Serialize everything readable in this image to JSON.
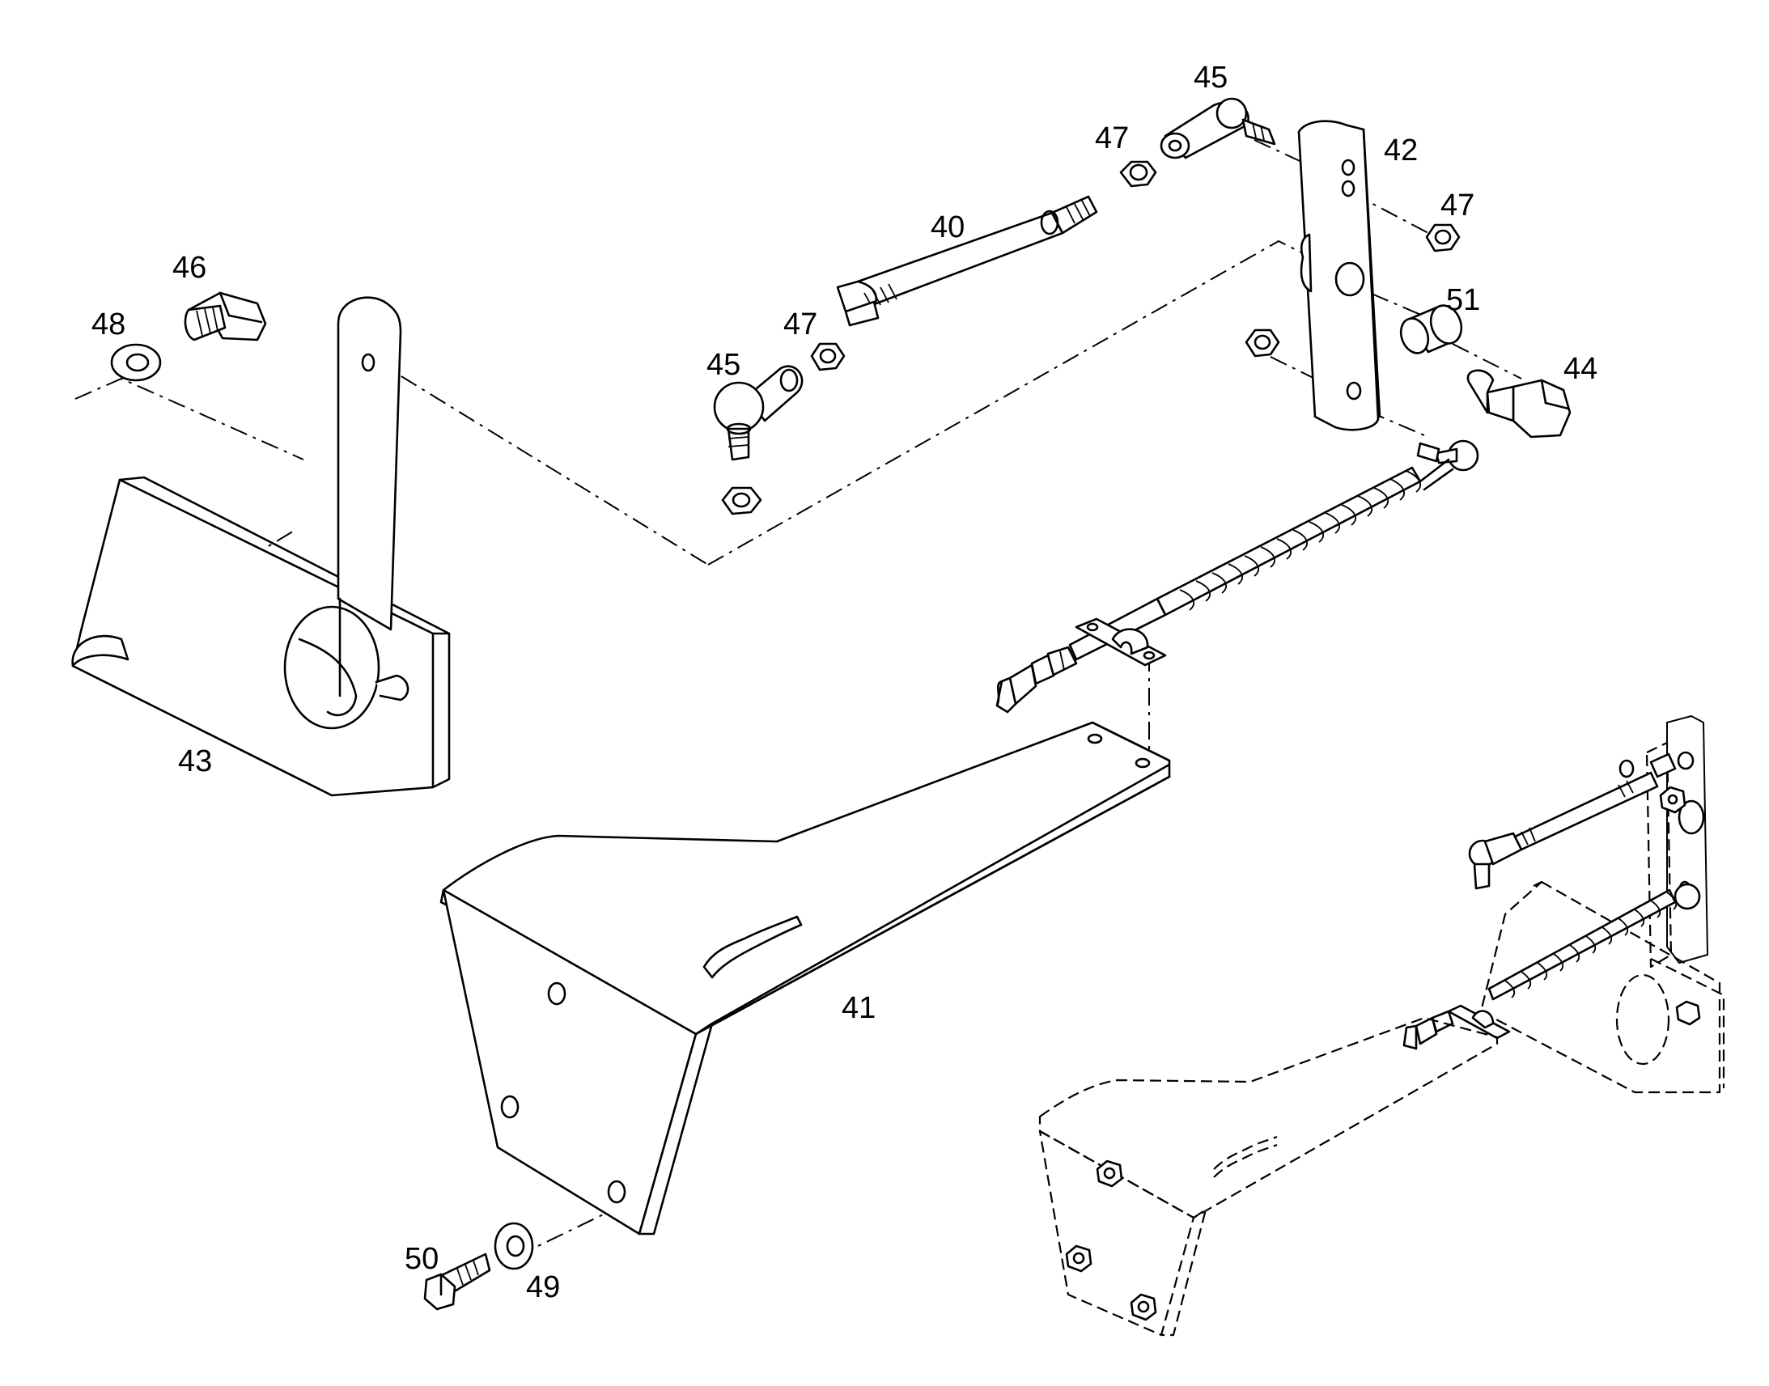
{
  "callouts": {
    "c40": "40",
    "c41": "41",
    "c42": "42",
    "c43": "43",
    "c44": "44",
    "c45a": "45",
    "c45b": "45",
    "c46": "46",
    "c47a": "47",
    "c47b": "47",
    "c47c": "47",
    "c48": "48",
    "c49": "49",
    "c50": "50",
    "c51": "51"
  }
}
